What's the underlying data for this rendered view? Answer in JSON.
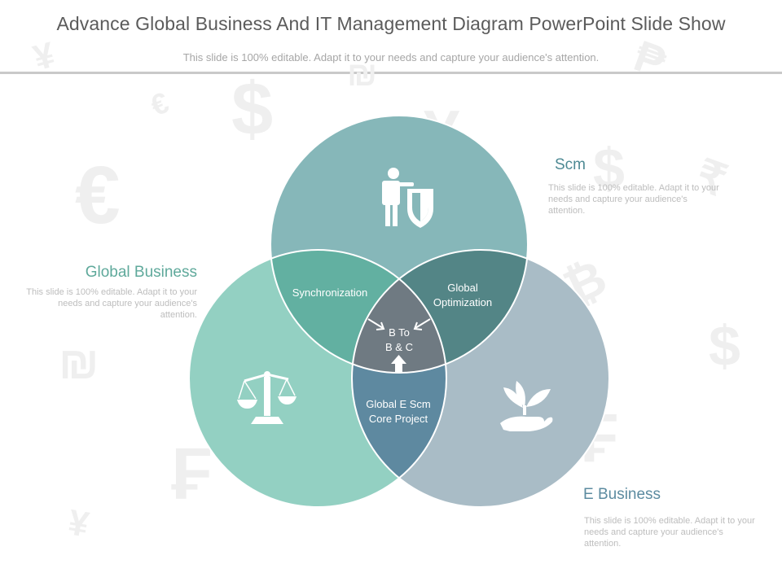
{
  "header": {
    "title": "Advance Global Business And IT Management Diagram PowerPoint Slide Show",
    "subtitle": "This slide is 100% editable. Adapt it to your needs and capture your audience's attention."
  },
  "background_symbols": [
    "¥",
    "€",
    "€",
    "₪",
    "₣",
    "¥",
    "$",
    "¥",
    "₪",
    "$",
    "₿",
    "$",
    "₣",
    "₹",
    "₱"
  ],
  "circles": {
    "scm": {
      "color": "#86b7b9",
      "icon": "businessman-shield-icon"
    },
    "global_business": {
      "color": "#93d0c2",
      "icon": "balance-scale-icon"
    },
    "e_business": {
      "color": "#a9bcc6",
      "icon": "hand-plant-icon"
    }
  },
  "overlaps": {
    "synchronization": {
      "line1": "Synchronization",
      "color": "#62b0a1"
    },
    "global_optimization": {
      "line1": "Global",
      "line2": "Optimization",
      "color": "#538586"
    },
    "global_e_scm": {
      "line1": "Global E Scm",
      "line2": "Core Project",
      "color": "#5e89a0"
    },
    "center": {
      "line1": "B To",
      "line2": "B & C",
      "color": "#6f7a82"
    }
  },
  "sections": {
    "scm": {
      "title": "Scm",
      "title_color": "#4e8a94",
      "desc": "This slide is 100% editable. Adapt it to your needs and capture your audience's attention."
    },
    "global_business": {
      "title": "Global Business",
      "title_color": "#5fa99b",
      "desc": "This slide is 100% editable. Adapt it to your needs and capture your audience's attention."
    },
    "e_business": {
      "title": "E Business",
      "title_color": "#5c8ba0",
      "desc": "This slide is 100% editable. Adapt it to your needs and capture your audience's attention."
    }
  }
}
